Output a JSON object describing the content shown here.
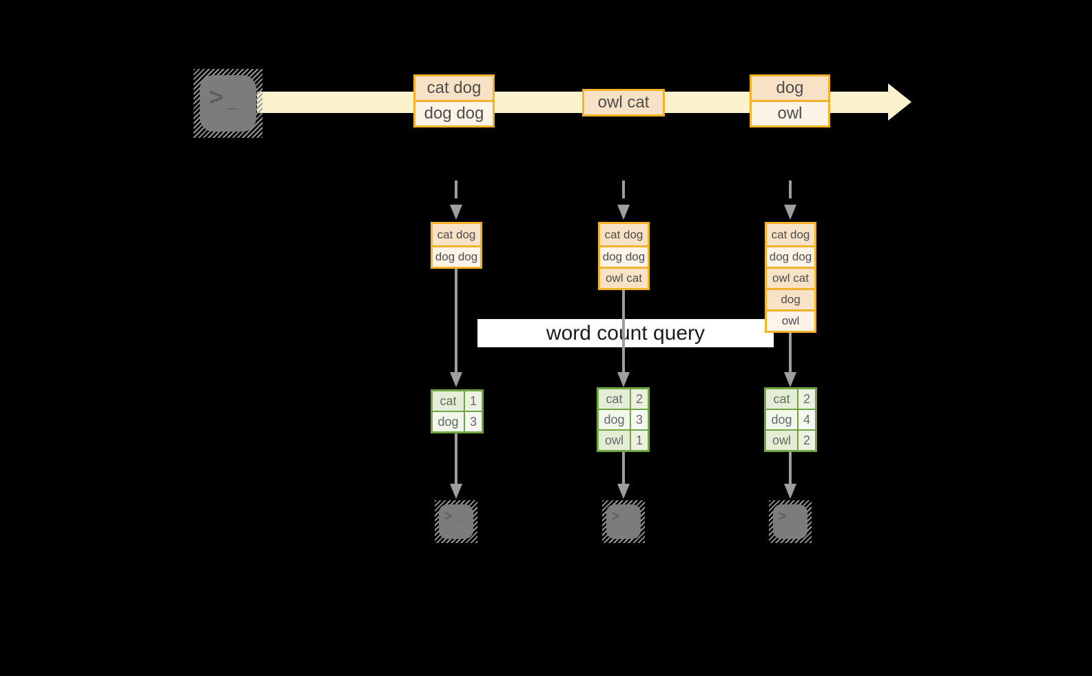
{
  "query_banner": {
    "label": "word count query"
  },
  "icons": {
    "prompt_chevron": ">",
    "prompt_cursor": "_"
  },
  "stream": {
    "events": [
      {
        "rows": [
          {
            "text": "cat dog",
            "tone": "peach"
          },
          {
            "text": "dog dog",
            "tone": "light"
          }
        ]
      },
      {
        "rows": [
          {
            "text": "owl cat",
            "tone": "peach"
          }
        ]
      },
      {
        "rows": [
          {
            "text": "dog",
            "tone": "peach"
          },
          {
            "text": "owl",
            "tone": "light"
          }
        ]
      }
    ]
  },
  "checkpoints": [
    {
      "state_rows": [
        {
          "text": "cat dog",
          "tone": "peach"
        },
        {
          "text": "dog dog",
          "tone": "light"
        }
      ],
      "counts": {
        "rows": [
          {
            "word": "cat",
            "count": "1"
          },
          {
            "word": "dog",
            "count": "3"
          }
        ]
      }
    },
    {
      "state_rows": [
        {
          "text": "cat dog",
          "tone": "peach"
        },
        {
          "text": "dog dog",
          "tone": "light"
        },
        {
          "text": "owl cat",
          "tone": "peach"
        }
      ],
      "counts": {
        "rows": [
          {
            "word": "cat",
            "count": "2"
          },
          {
            "word": "dog",
            "count": "3"
          },
          {
            "word": "owl",
            "count": "1"
          }
        ]
      }
    },
    {
      "state_rows": [
        {
          "text": "cat dog",
          "tone": "peach"
        },
        {
          "text": "dog dog",
          "tone": "light"
        },
        {
          "text": "owl cat",
          "tone": "peach"
        },
        {
          "text": "dog",
          "tone": "peach"
        },
        {
          "text": "owl",
          "tone": "light"
        }
      ],
      "counts": {
        "rows": [
          {
            "word": "cat",
            "count": "2"
          },
          {
            "word": "dog",
            "count": "4"
          },
          {
            "word": "owl",
            "count": "2"
          }
        ]
      }
    }
  ],
  "colors": {
    "background": "#000000",
    "stream_band": "#fbf1cc",
    "box_border": "#f2b32a",
    "box_fill_peach": "#f8e2c6",
    "box_fill_light": "#fdf3e7",
    "arrow_gray": "#9e9e9e",
    "table_border_green": "#70a63f",
    "table_fill_green": "#e4eed6",
    "terminal_gray": "#7c7c7a",
    "banner_bg": "#ffffff"
  }
}
